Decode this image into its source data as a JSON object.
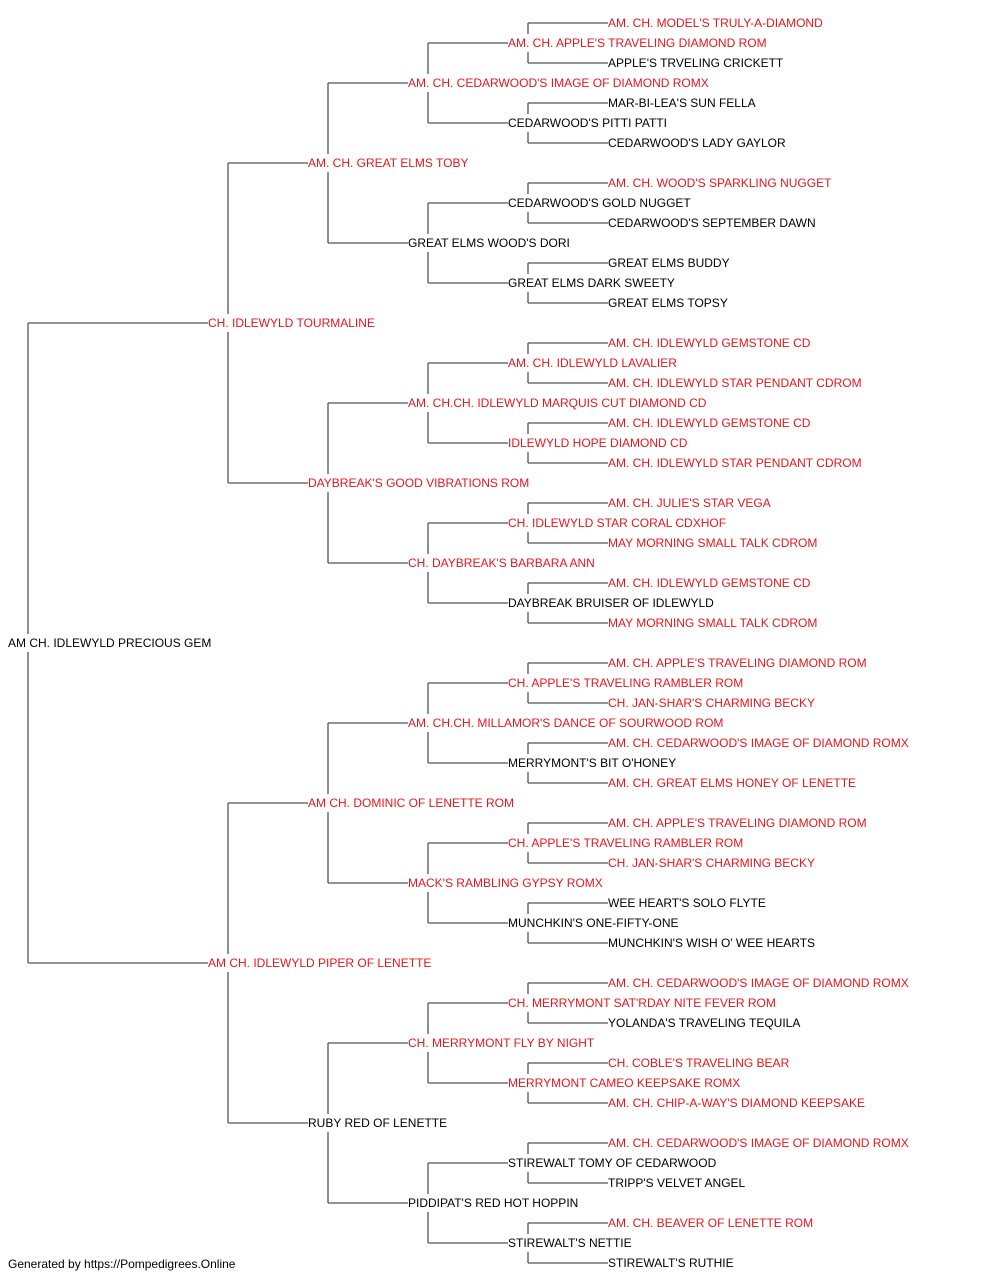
{
  "colors": {
    "titled": "#e8161b",
    "untitled": "#000000",
    "line": "#555555"
  },
  "pedigree": {
    "name": "AM CH. IDLEWYLD PRECIOUS GEM",
    "titled": false,
    "sire": {
      "name": "CH. IDLEWYLD TOURMALINE",
      "titled": true,
      "sire": {
        "name": "AM. CH. GREAT ELMS TOBY",
        "titled": true,
        "sire": {
          "name": "AM. CH. CEDARWOOD'S IMAGE OF DIAMOND ROMX",
          "titled": true,
          "sire": {
            "name": "AM. CH. APPLE'S TRAVELING DIAMOND ROM",
            "titled": true,
            "sire": {
              "name": "AM. CH. MODEL'S TRULY-A-DIAMOND",
              "titled": true
            },
            "dam": {
              "name": "APPLE'S TRVELING CRICKETT",
              "titled": false
            }
          },
          "dam": {
            "name": "CEDARWOOD'S PITTI PATTI",
            "titled": false,
            "sire": {
              "name": "MAR-BI-LEA'S SUN FELLA",
              "titled": false
            },
            "dam": {
              "name": "CEDARWOOD'S LADY GAYLOR",
              "titled": false
            }
          }
        },
        "dam": {
          "name": "GREAT ELMS WOOD'S DORI",
          "titled": false,
          "sire": {
            "name": "CEDARWOOD'S GOLD NUGGET",
            "titled": false,
            "sire": {
              "name": "AM. CH. WOOD'S SPARKLING NUGGET",
              "titled": true
            },
            "dam": {
              "name": "CEDARWOOD'S SEPTEMBER DAWN",
              "titled": false
            }
          },
          "dam": {
            "name": "GREAT ELMS DARK SWEETY",
            "titled": false,
            "sire": {
              "name": "GREAT ELMS BUDDY",
              "titled": false
            },
            "dam": {
              "name": "GREAT ELMS TOPSY",
              "titled": false
            }
          }
        }
      },
      "dam": {
        "name": "DAYBREAK'S GOOD VIBRATIONS ROM",
        "titled": true,
        "sire": {
          "name": "AM. CH.CH. IDLEWYLD MARQUIS CUT DIAMOND CD",
          "titled": true,
          "sire": {
            "name": "AM. CH. IDLEWYLD LAVALIER",
            "titled": true,
            "sire": {
              "name": "AM. CH. IDLEWYLD GEMSTONE CD",
              "titled": true
            },
            "dam": {
              "name": "AM. CH. IDLEWYLD STAR PENDANT CDROM",
              "titled": true
            }
          },
          "dam": {
            "name": "IDLEWYLD HOPE DIAMOND CD",
            "titled": true,
            "sire": {
              "name": "AM. CH. IDLEWYLD GEMSTONE CD",
              "titled": true
            },
            "dam": {
              "name": "AM. CH. IDLEWYLD STAR PENDANT CDROM",
              "titled": true
            }
          }
        },
        "dam": {
          "name": "CH. DAYBREAK'S BARBARA ANN",
          "titled": true,
          "sire": {
            "name": "CH. IDLEWYLD STAR CORAL CDXHOF",
            "titled": true,
            "sire": {
              "name": "AM. CH. JULIE'S STAR VEGA",
              "titled": true
            },
            "dam": {
              "name": "MAY MORNING SMALL TALK CDROM",
              "titled": true
            }
          },
          "dam": {
            "name": "DAYBREAK BRUISER OF IDLEWYLD",
            "titled": false,
            "sire": {
              "name": "AM. CH. IDLEWYLD GEMSTONE CD",
              "titled": true
            },
            "dam": {
              "name": "MAY MORNING SMALL TALK CDROM",
              "titled": true
            }
          }
        }
      }
    },
    "dam": {
      "name": "AM CH. IDLEWYLD PIPER OF LENETTE",
      "titled": true,
      "sire": {
        "name": "AM CH. DOMINIC OF LENETTE ROM",
        "titled": true,
        "sire": {
          "name": "AM. CH.CH. MILLAMOR'S DANCE OF SOURWOOD ROM",
          "titled": true,
          "sire": {
            "name": "CH. APPLE'S TRAVELING RAMBLER ROM",
            "titled": true,
            "sire": {
              "name": "AM. CH. APPLE'S TRAVELING DIAMOND ROM",
              "titled": true
            },
            "dam": {
              "name": "CH. JAN-SHAR'S CHARMING BECKY",
              "titled": true
            }
          },
          "dam": {
            "name": "MERRYMONT'S BIT O'HONEY",
            "titled": false,
            "sire": {
              "name": "AM. CH. CEDARWOOD'S IMAGE OF DIAMOND ROMX",
              "titled": true
            },
            "dam": {
              "name": "AM. CH. GREAT ELMS HONEY OF LENETTE",
              "titled": true
            }
          }
        },
        "dam": {
          "name": "MACK'S RAMBLING GYPSY ROMX",
          "titled": true,
          "sire": {
            "name": "CH. APPLE'S TRAVELING RAMBLER ROM",
            "titled": true,
            "sire": {
              "name": "AM. CH. APPLE'S TRAVELING DIAMOND ROM",
              "titled": true
            },
            "dam": {
              "name": "CH. JAN-SHAR'S CHARMING BECKY",
              "titled": true
            }
          },
          "dam": {
            "name": "MUNCHKIN'S ONE-FIFTY-ONE",
            "titled": false,
            "sire": {
              "name": "WEE HEART'S SOLO FLYTE",
              "titled": false
            },
            "dam": {
              "name": "MUNCHKIN'S WISH O' WEE HEARTS",
              "titled": false
            }
          }
        }
      },
      "dam": {
        "name": "RUBY RED OF LENETTE",
        "titled": false,
        "sire": {
          "name": "CH. MERRYMONT FLY BY NIGHT",
          "titled": true,
          "sire": {
            "name": "CH. MERRYMONT SAT'RDAY NITE FEVER ROM",
            "titled": true,
            "sire": {
              "name": "AM. CH. CEDARWOOD'S IMAGE OF DIAMOND ROMX",
              "titled": true
            },
            "dam": {
              "name": "YOLANDA'S TRAVELING TEQUILA",
              "titled": false
            }
          },
          "dam": {
            "name": "MERRYMONT CAMEO KEEPSAKE ROMX",
            "titled": true,
            "sire": {
              "name": "CH. COBLE'S TRAVELING BEAR",
              "titled": true
            },
            "dam": {
              "name": "AM. CH. CHIP-A-WAY'S DIAMOND KEEPSAKE",
              "titled": true
            }
          }
        },
        "dam": {
          "name": "PIDDIPAT'S RED HOT HOPPIN",
          "titled": false,
          "sire": {
            "name": "STIREWALT TOMY OF CEDARWOOD",
            "titled": false,
            "sire": {
              "name": "AM. CH. CEDARWOOD'S IMAGE OF DIAMOND ROMX",
              "titled": true
            },
            "dam": {
              "name": "TRIPP'S VELVET ANGEL",
              "titled": false
            }
          },
          "dam": {
            "name": "STIREWALT'S NETTIE",
            "titled": false,
            "sire": {
              "name": "AM. CH. BEAVER OF LENETTE ROM",
              "titled": true
            },
            "dam": {
              "name": "STIREWALT'S RUTHIE",
              "titled": false
            }
          }
        }
      }
    }
  },
  "footer": {
    "text": "Generated by https://Pompedigrees.Online"
  }
}
